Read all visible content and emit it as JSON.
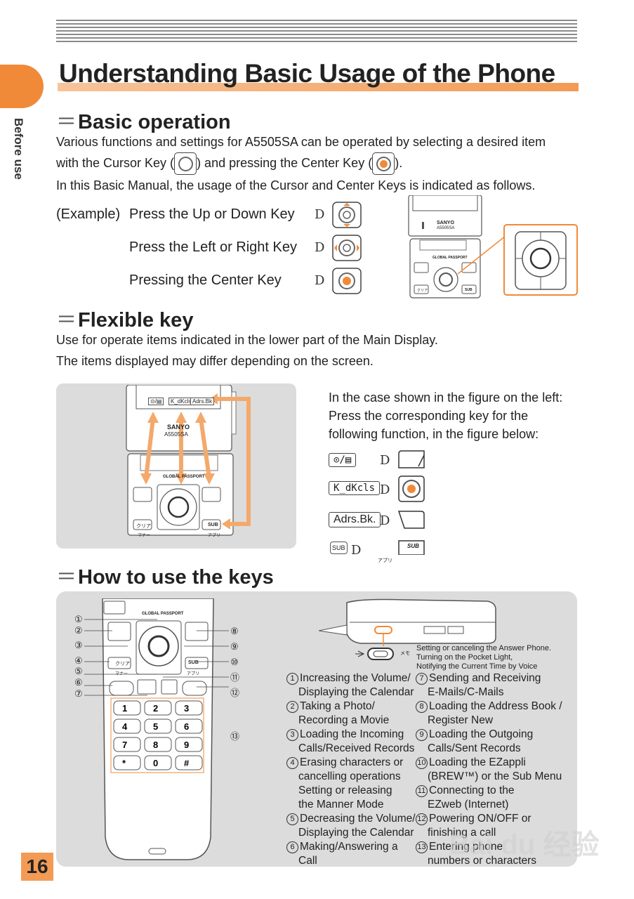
{
  "header": {
    "title": "Understanding Basic Usage of the Phone",
    "side_label": "Before use"
  },
  "basic_operation": {
    "heading": "Basic operation",
    "line1": "Various functions and settings for A5505SA can be operated by selecting a desired item",
    "line2a": "with the Cursor Key (",
    "line2b": ") and pressing the Center Key (",
    "line2c": ").",
    "line3": "In this Basic Manual, the usage of the Cursor and Center Keys is indicated as follows.",
    "example_prefix": "(Example)",
    "examples": [
      "Press the Up or Down Key",
      "Press the Left or Right Key",
      "Pressing the Center Key"
    ],
    "arrow_char": "D",
    "phone_brand": "SANYO",
    "phone_model": "A5505SA",
    "global_passport": "GLOBAL PASSPORT",
    "clear_key": "クリア",
    "sub_key": "SUB"
  },
  "flexible_key": {
    "heading": "Flexible key",
    "line1": "Use for operate items indicated in the lower part of the Main Display.",
    "line2": "The items displayed may differ depending on the screen.",
    "case_text": [
      "In the case shown in the figure on the left:",
      "Press the corresponding key for the",
      "following function, in the figure below:"
    ],
    "functions": [
      "⊙/▤",
      "K_dKcls",
      "Adrs.Bk.",
      "SUB"
    ],
    "screen_labels": [
      "⊙/▤",
      "K_dKcls",
      "Adrs.Bk",
      "SUB"
    ],
    "manner_label": "マナー",
    "appli_label": "アプリ",
    "arrow_char": "D"
  },
  "keys": {
    "heading": "How to use the keys",
    "note_lines": [
      "Setting or canceling the Answer Phone.",
      "Turning on the Pocket Light,",
      "Notifying the Current Time by Voice"
    ],
    "memo_label": "メモ",
    "global_passport": "GLOBAL PASSPORT",
    "callout_numbers": [
      "①",
      "②",
      "③",
      "④",
      "⑤",
      "⑥",
      "⑦",
      "⑧",
      "⑨",
      "⑩",
      "⑪",
      "⑫",
      "⑬"
    ],
    "left_items": [
      {
        "n": "1",
        "lines": [
          "Increasing the Volume/",
          "Displaying the Calendar"
        ]
      },
      {
        "n": "2",
        "lines": [
          "Taking a Photo/",
          "Recording a Movie"
        ]
      },
      {
        "n": "3",
        "lines": [
          "Loading the Incoming",
          "Calls/Received Records"
        ]
      },
      {
        "n": "4",
        "lines": [
          "Erasing characters or",
          "cancelling operations",
          "Setting or releasing",
          "the Manner Mode"
        ]
      },
      {
        "n": "5",
        "lines": [
          "Decreasing the Volume/",
          "Displaying the Calendar"
        ]
      },
      {
        "n": "6",
        "lines": [
          "Making/Answering a",
          "Call"
        ]
      }
    ],
    "right_items": [
      {
        "n": "7",
        "lines": [
          "Sending and Receiving",
          "E-Mails/C-Mails"
        ]
      },
      {
        "n": "8",
        "lines": [
          "Loading the Address Book /",
          "Register New"
        ]
      },
      {
        "n": "9",
        "lines": [
          "Loading the Outgoing",
          "Calls/Sent Records"
        ]
      },
      {
        "n": "10",
        "lines": [
          "Loading the EZappli",
          "(BREW™) or the Sub Menu"
        ]
      },
      {
        "n": "11",
        "lines": [
          "Connecting to the",
          "EZweb (Internet)"
        ]
      },
      {
        "n": "12",
        "lines": [
          "Powering ON/OFF or",
          "finishing a call"
        ]
      },
      {
        "n": "13",
        "lines": [
          "Entering phone",
          "numbers or characters"
        ]
      }
    ],
    "keypad": [
      "1",
      "2",
      "3",
      "4",
      "5",
      "6",
      "7",
      "8",
      "9",
      "*",
      "0",
      "#"
    ]
  },
  "page_number": "16",
  "watermark": "Bai du 经验"
}
